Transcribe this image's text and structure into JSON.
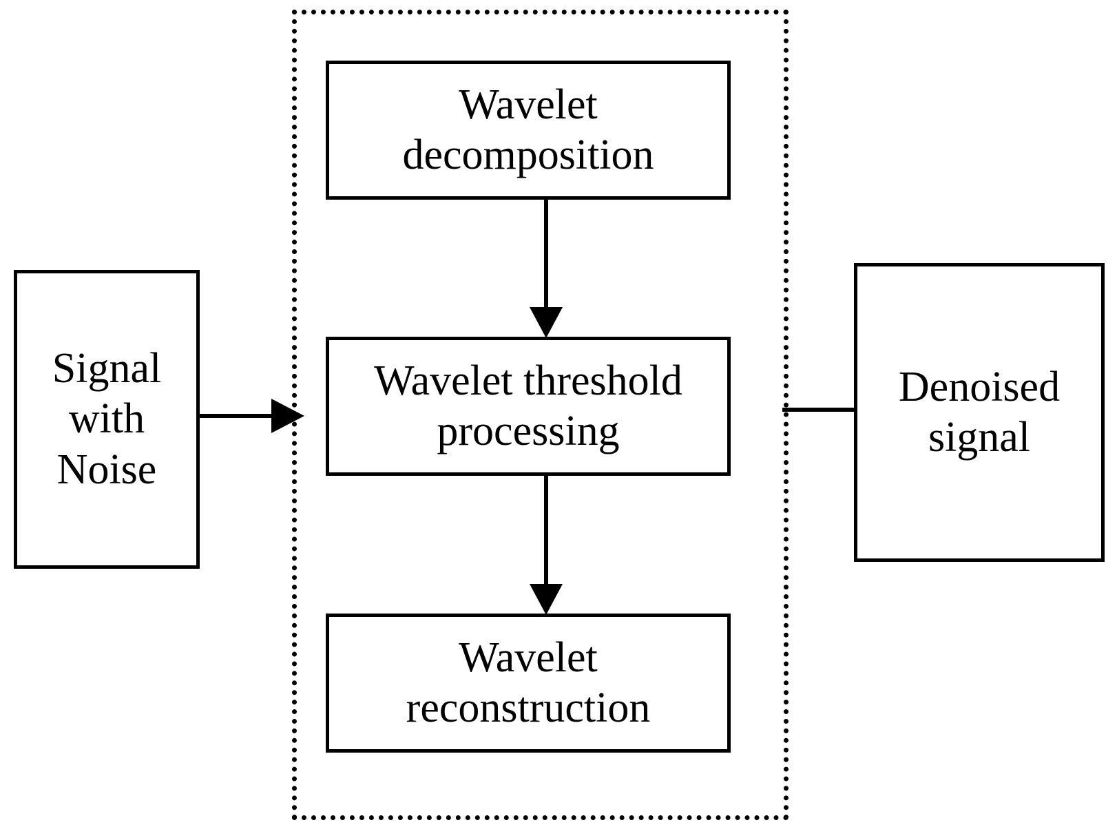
{
  "diagram": {
    "title": "Wavelet threshold denoising block diagram",
    "colors": {
      "stroke": "#000000",
      "fill": "#ffffff",
      "text": "#000000"
    },
    "nodes": [
      {
        "id": "signal-with-noise",
        "label": "Signal\nwith\nNoise",
        "role": "input"
      },
      {
        "id": "wavelet-decomposition",
        "label": "Wavelet\ndecomposition",
        "role": "process"
      },
      {
        "id": "wavelet-threshold-processing",
        "label": "Wavelet threshold\nprocessing",
        "role": "process"
      },
      {
        "id": "wavelet-reconstruction",
        "label": "Wavelet\nreconstruction",
        "role": "process"
      },
      {
        "id": "denoised-signal",
        "label": "Denoised\nsignal",
        "role": "output"
      }
    ],
    "group": {
      "id": "wavelet-denoising-group",
      "style": "dotted",
      "label": ""
    },
    "connectors": [
      {
        "id": "input-to-group",
        "from": "signal-with-noise",
        "to": "wavelet-denoising-group",
        "direction": "right",
        "label": ""
      },
      {
        "id": "decomp-to-threshold",
        "from": "wavelet-decomposition",
        "to": "wavelet-threshold-processing",
        "direction": "down",
        "label": ""
      },
      {
        "id": "threshold-to-reconstruct",
        "from": "wavelet-threshold-processing",
        "to": "wavelet-reconstruction",
        "direction": "down",
        "label": ""
      },
      {
        "id": "group-to-output",
        "from": "wavelet-denoising-group",
        "to": "denoised-signal",
        "direction": "right",
        "label": ""
      }
    ]
  }
}
